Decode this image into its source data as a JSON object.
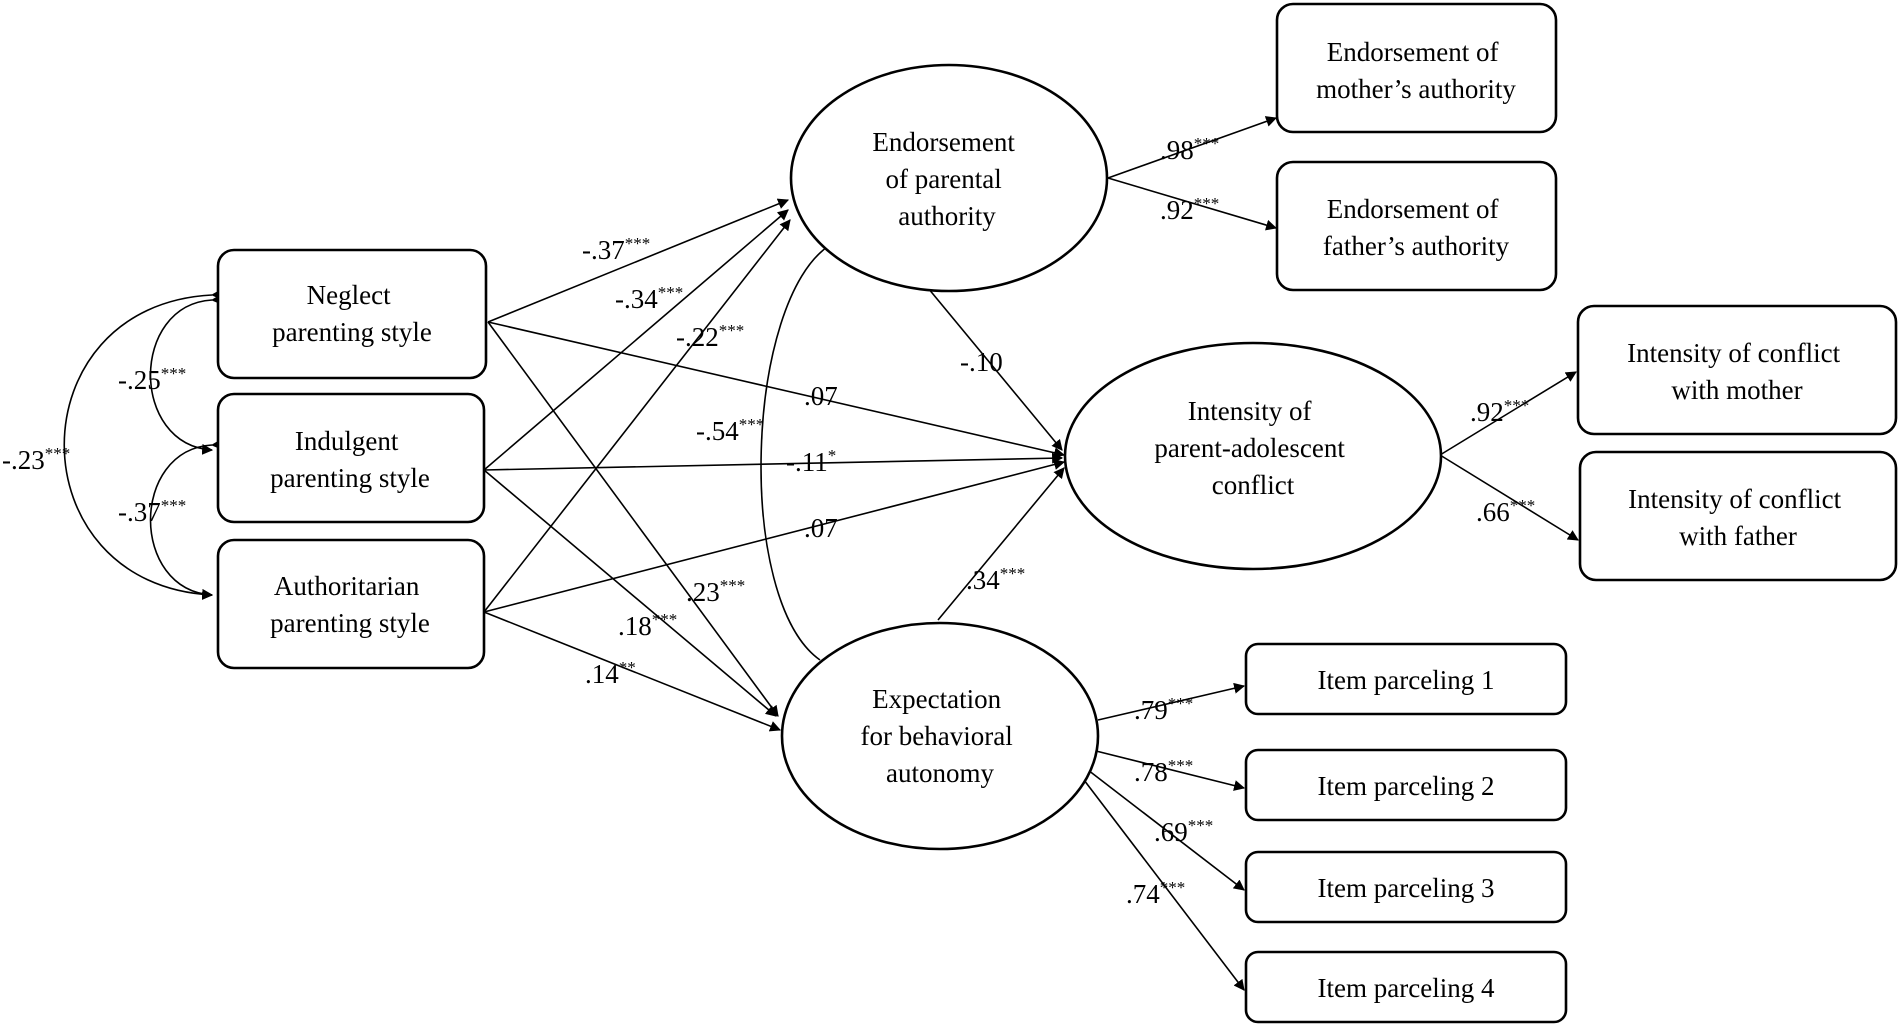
{
  "nodes": {
    "neglect": {
      "lines": [
        "Neglect",
        "parenting style"
      ]
    },
    "indulgent": {
      "lines": [
        "Indulgent",
        "parenting style"
      ]
    },
    "authoritarian": {
      "lines": [
        "Authoritarian",
        "parenting style"
      ]
    },
    "endorsement": {
      "lines": [
        "Endorsement",
        "of parental",
        "authority"
      ]
    },
    "expectation": {
      "lines": [
        "Expectation",
        "for behavioral",
        "autonomy"
      ]
    },
    "conflict": {
      "lines": [
        "Intensity of",
        "parent-adolescent",
        "conflict"
      ]
    },
    "mother_authority": {
      "lines": [
        "Endorsement of",
        "mother’s authority"
      ]
    },
    "father_authority": {
      "lines": [
        "Endorsement of",
        "father’s authority"
      ]
    },
    "conflict_mother": {
      "lines": [
        "Intensity of conflict",
        "with mother"
      ]
    },
    "conflict_father": {
      "lines": [
        "Intensity of conflict",
        "with father"
      ]
    },
    "parcel1": {
      "lines": [
        "Item parceling 1"
      ]
    },
    "parcel2": {
      "lines": [
        "Item parceling 2"
      ]
    },
    "parcel3": {
      "lines": [
        "Item parceling 3"
      ]
    },
    "parcel4": {
      "lines": [
        "Item parceling 4"
      ]
    }
  },
  "coefficients": {
    "neglect_indulgent": {
      "value": "-.25",
      "sig": "***"
    },
    "indulgent_authoritarian": {
      "value": "-.37",
      "sig": "***"
    },
    "neglect_authoritarian": {
      "value": "-.23",
      "sig": "***"
    },
    "neglect_endorsement": {
      "value": "-.37",
      "sig": "***"
    },
    "indulgent_endorsement": {
      "value": "-.34",
      "sig": "***"
    },
    "authoritarian_endorsement": {
      "value": "-.22",
      "sig": "***"
    },
    "endorsement_expectation": {
      "value": "-.54",
      "sig": "***"
    },
    "neglect_conflict": {
      "value": ".07",
      "sig": ""
    },
    "indulgent_conflict": {
      "value": "-.11",
      "sig": "*"
    },
    "authoritarian_conflict": {
      "value": ".07",
      "sig": ""
    },
    "neglect_expectation": {
      "value": ".23",
      "sig": "***"
    },
    "indulgent_expectation": {
      "value": ".18",
      "sig": "***"
    },
    "authoritarian_expectation": {
      "value": ".14",
      "sig": "**"
    },
    "endorsement_conflict": {
      "value": "-.10",
      "sig": ""
    },
    "expectation_conflict": {
      "value": ".34",
      "sig": "***"
    },
    "endorsement_mother": {
      "value": ".98",
      "sig": "***"
    },
    "endorsement_father": {
      "value": ".92",
      "sig": "***"
    },
    "conflict_mother": {
      "value": ".92",
      "sig": "***"
    },
    "conflict_father": {
      "value": ".66",
      "sig": "***"
    },
    "expectation_parcel1": {
      "value": ".79",
      "sig": "***"
    },
    "expectation_parcel2": {
      "value": ".78",
      "sig": "***"
    },
    "expectation_parcel3": {
      "value": ".69",
      "sig": "***"
    },
    "expectation_parcel4": {
      "value": ".74",
      "sig": "***"
    }
  }
}
